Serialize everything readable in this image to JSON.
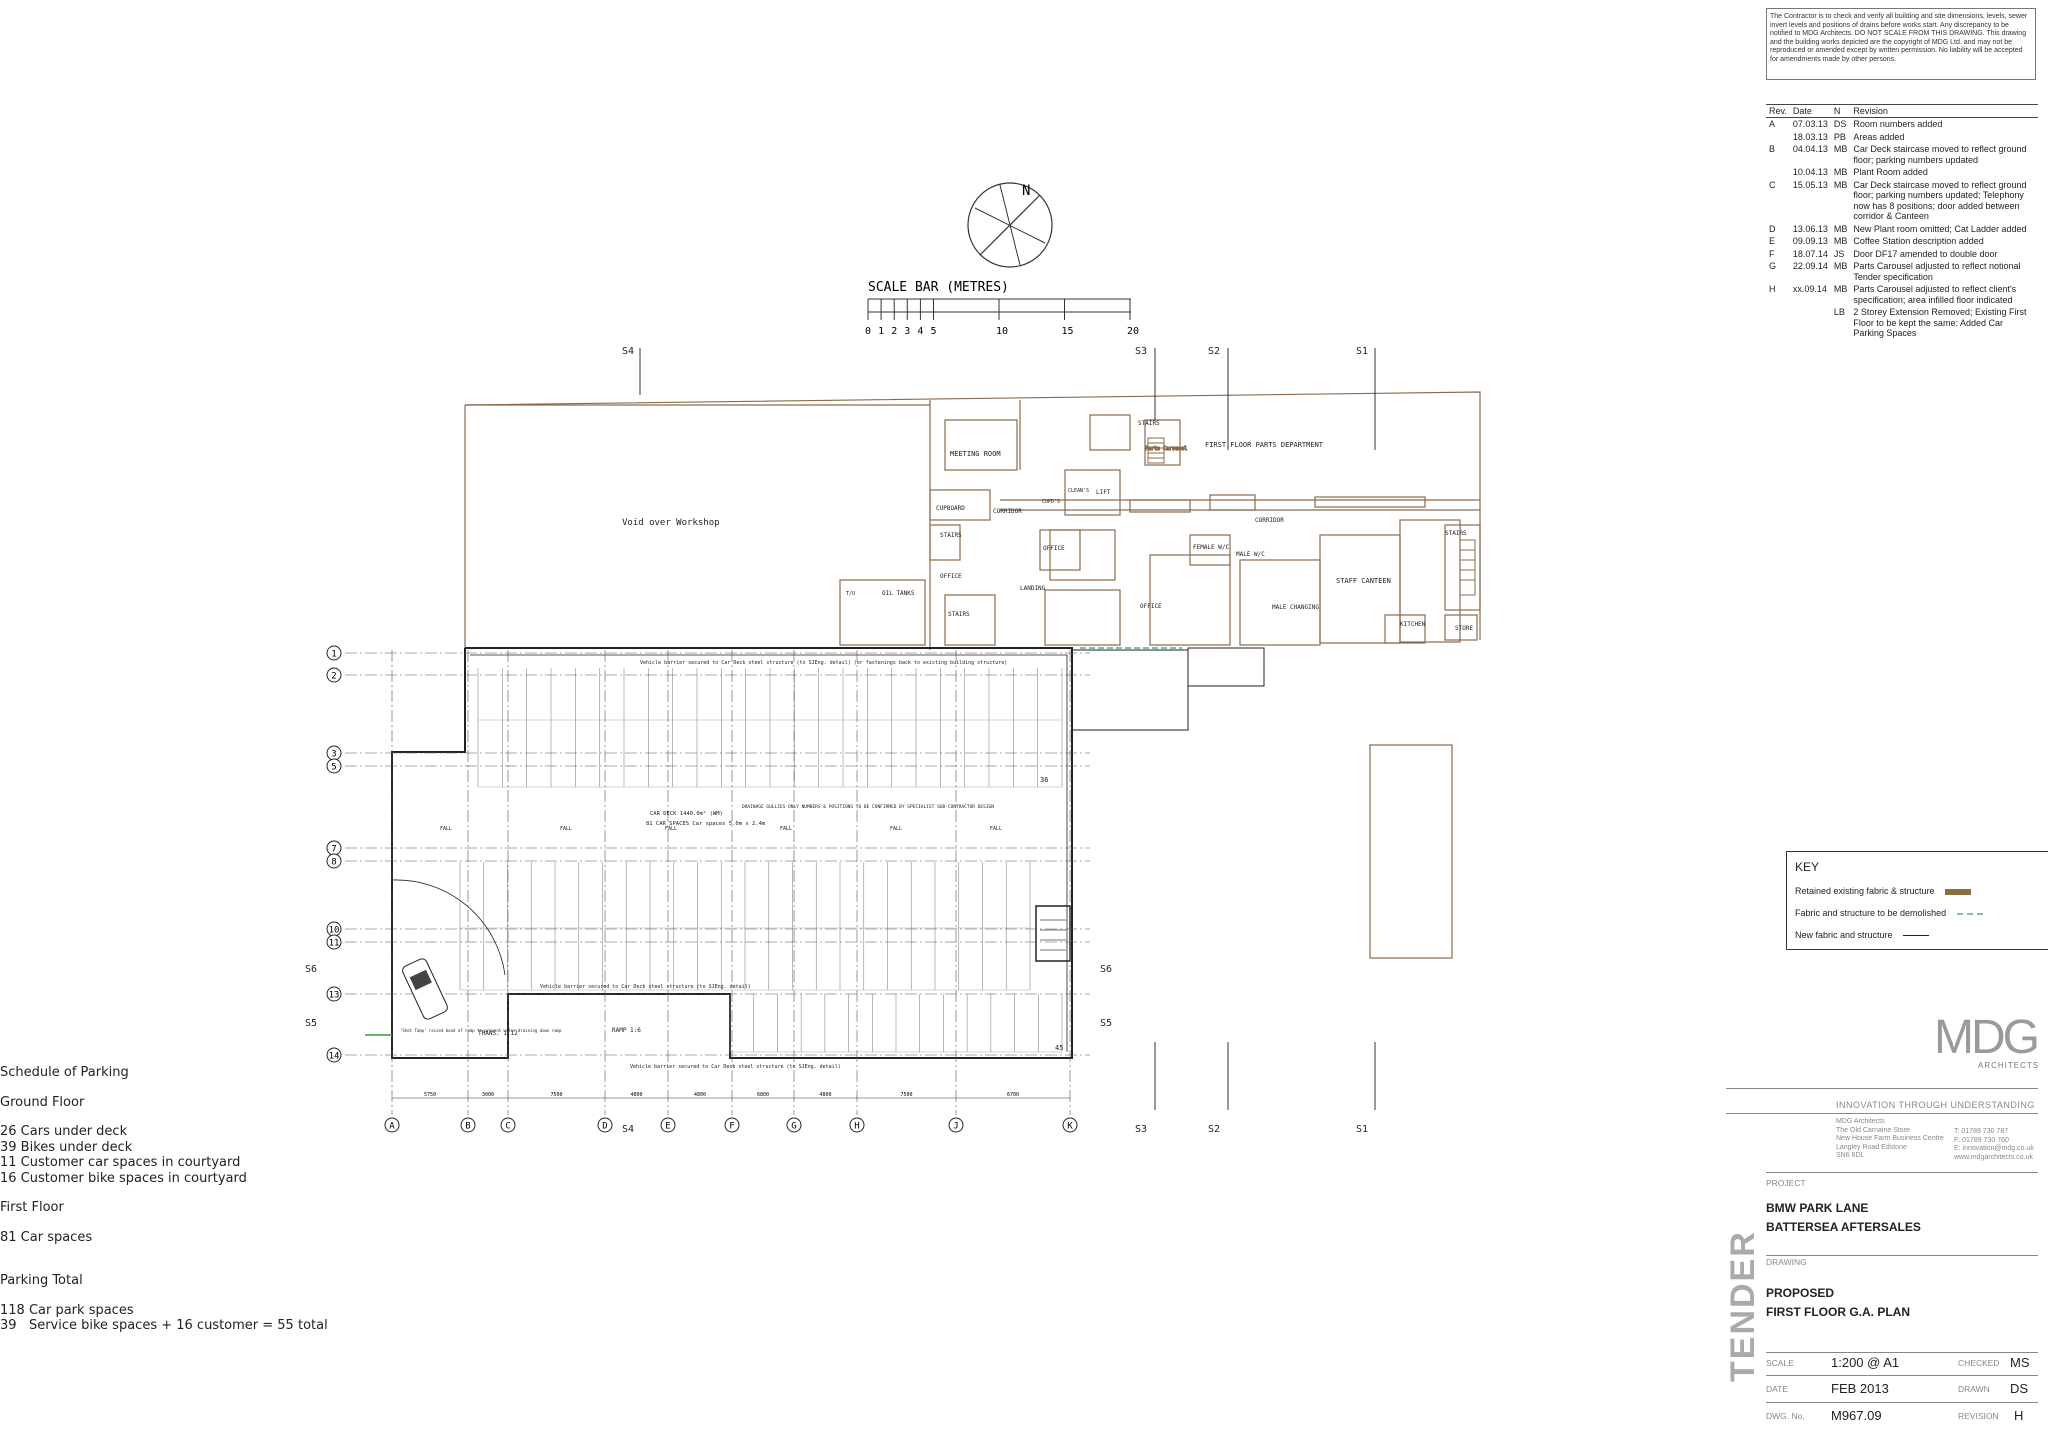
{
  "schedule": {
    "title": "Schedule of Parking",
    "ground_floor": "Ground Floor",
    "gf_items": [
      "26 Cars under deck",
      "39 Bikes under deck",
      "11 Customer car spaces in courtyard",
      "16 Customer bike spaces in courtyard"
    ],
    "first_floor": "First Floor",
    "ff_items": [
      "81 Car spaces"
    ],
    "parking_total": "Parking Total",
    "total_items": [
      "118 Car park spaces",
      "39   Service bike spaces + 16 customer = 55 total"
    ]
  },
  "plan": {
    "north": "N",
    "scale_bar_title": "SCALE BAR (METRES)",
    "scale_ticks": [
      "0",
      "1",
      "2",
      "3",
      "4",
      "5",
      "10",
      "15",
      "20"
    ],
    "rooms": {
      "void": "Void over Workshop",
      "meeting": "MEETING ROOM",
      "cupboard": "CUPBOARD",
      "corridor1": "CORRIDOR",
      "stairs1": "STAIRS",
      "office1": "OFFICE",
      "oil": "OIL TANKS",
      "stairs2": "STAIRS",
      "landing": "LANDING",
      "office2": "OFFICE",
      "office3": "OFFICE",
      "lift": "LIFT",
      "cleaners": "CLEAN'S",
      "cupds": "CUPD'S",
      "parts": "FIRST FLOOR PARTS DEPARTMENT",
      "stairs3": "STAIRS",
      "corridor2": "CORRIDOR",
      "female": "FEMALE W/C",
      "male": "MALE W/C",
      "male_changing": "MALE CHANGING",
      "canteen": "STAFF CANTEEN",
      "kitchen": "KITCHEN",
      "stairs4": "STAIRS",
      "store": "STORE",
      "tv": "T/U"
    },
    "sections": [
      "S4",
      "S3",
      "S2",
      "S1",
      "S6",
      "S5",
      "S6",
      "S5",
      "S4",
      "S3",
      "S2",
      "S1"
    ],
    "grid_rows": [
      "1",
      "2",
      "3",
      "5",
      "7",
      "8",
      "10",
      "11",
      "13",
      "14"
    ],
    "grid_cols": [
      "A",
      "B",
      "C",
      "D",
      "E",
      "F",
      "G",
      "H",
      "J",
      "K"
    ],
    "dims": [
      "5750",
      "3000",
      "7500",
      "4800",
      "4800",
      "6800",
      "4800",
      "7500",
      "6700"
    ],
    "notes": {
      "barrier_top": "Vehicle barrier secured to Car Deck steel structure (to SJEng. detail) (or fastenings back to existing building structure)",
      "car_deck": "CAR DECK 1440.0m² (WM)",
      "car_spaces": "81 CAR SPACES Car spaces 5.0m x 2.4m",
      "drainage": "DRAINAGE GULLIES ONLY NUMBERS & POSITIONS TO BE CONFIRMED BY SPECIALIST SUB-CONTRACTOR DESIGN",
      "fall": "FALL",
      "barrier_mid": "Vehicle barrier secured to Car Deck steel structure (to SJEng. detail)",
      "barrier_bot": "Vehicle barrier secured to Car Deck steel structure (to SJEng. detail)",
      "trans": "TRANS. 1:12",
      "ramp": "RAMP 1:6",
      "ramp_note": "'Shot Tamp' raised band of ramp to prevent water draining down ramp",
      "num36": "36",
      "num45": "45"
    }
  },
  "title_block": {
    "disclaimer": "The Contractor is to check and verify all building and site dimensions, levels, sewer invert levels and positions of drains before works start. Any discrepancy to be notified to MDG Architects.   DO NOT SCALE FROM THIS DRAWING. This drawing and the building works depicted are the copyright of MDG Ltd. and may not be reproduced or amended except by written permission. No liability will be accepted for amendments made by other persons.",
    "rev_headers": [
      "Rev.",
      "Date",
      "N",
      "Revision"
    ],
    "revisions": [
      [
        "A",
        "07.03.13",
        "DS",
        "Room numbers added"
      ],
      [
        "",
        "18.03.13",
        "PB",
        "Areas added"
      ],
      [
        "B",
        "04.04.13",
        "MB",
        "Car Deck staircase moved to reflect ground floor; parking numbers updated"
      ],
      [
        "",
        "10.04.13",
        "MB",
        "Plant Room added"
      ],
      [
        "C",
        "15.05.13",
        "MB",
        "Car Deck staircase moved to reflect ground floor; parking numbers updated; Telephony now has 8 positions; door added between corridor & Canteen"
      ],
      [
        "D",
        "13.06.13",
        "MB",
        "New Plant room omitted; Cat Ladder added"
      ],
      [
        "E",
        "09.09.13",
        "MB",
        "Coffee Station description added"
      ],
      [
        "F",
        "18.07.14",
        "JS",
        "Door DF17 amended to double door"
      ],
      [
        "G",
        "22.09.14",
        "MB",
        "Parts Carousel adjusted to reflect notional Tender specification"
      ],
      [
        "H",
        "xx.09.14",
        "MB",
        "Parts Carousel adjusted to reflect client's specification; area infilled floor indicated"
      ],
      [
        "",
        "",
        "LB",
        "2 Storey Extension Removed; Existing First Floor to be kept the same: Added Car Parking Spaces"
      ]
    ],
    "key_title": "KEY",
    "key_items": [
      "Retained existing fabric & structure",
      "Fabric and structure to be demolished",
      "New fabric and structure"
    ],
    "key_colors": [
      "#8a7040",
      "#7fbfb0",
      "#222222"
    ],
    "logo": "MDG",
    "logo_sub": "ARCHITECTS",
    "tagline": "INNOVATION THROUGH UNDERSTANDING",
    "address": "MDG Architects\nThe Old Carnaine Store\nNew House Farm Business Centre\nLangley Road Edstone\nSN6 6DL",
    "contact": "T: 01789 730 787\nF: 01789 730 760\nE: innovation@mdg.co.uk\nwww.mdgarchitects.co.uk",
    "project_label": "PROJECT",
    "project": [
      "BMW PARK LANE",
      "BATTERSEA AFTERSALES"
    ],
    "drawing_label": "DRAWING",
    "drawing": [
      "PROPOSED",
      "FIRST FLOOR G.A. PLAN"
    ],
    "tender": "TENDER",
    "scale_label": "SCALE",
    "scale": "1:200 @ A1",
    "checked_label": "CHECKED",
    "checked": "MS",
    "date_label": "DATE",
    "date": "FEB 2013",
    "drawn_label": "DRAWN",
    "drawn": "DS",
    "dwg_label": "DWG. No.",
    "dwg": "M967.09",
    "revision_label": "REVISION",
    "revision": "H"
  }
}
